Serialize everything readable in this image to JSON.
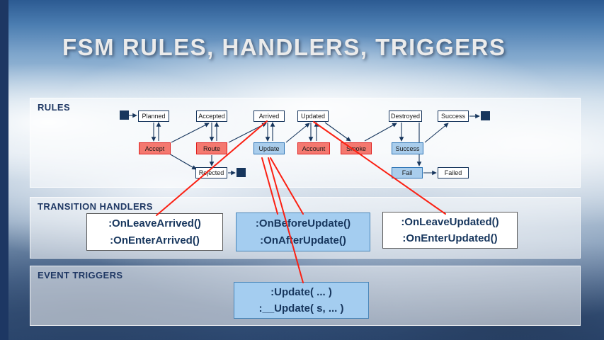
{
  "slide": {
    "title": "FSM RULES, HANDLERS, TRIGGERS"
  },
  "panels": {
    "rules_label": "RULES",
    "handlers_label": "TRANSITION HANDLERS",
    "triggers_label": "EVENT TRIGGERS"
  },
  "diagram": {
    "nodes": {
      "planned": "Planned",
      "accepted": "Accepted",
      "arrived": "Arrived",
      "updated": "Updated",
      "destroyed": "Destroyed",
      "success_top": "Success",
      "accept": "Accept",
      "route": "Route",
      "update": "Update",
      "account": "Account",
      "smoke": "Smoke",
      "success_mid": "Success",
      "rejected": "Rejected",
      "fail": "Fail",
      "failed": "Failed"
    }
  },
  "handler_boxes": {
    "arrived": {
      "line1": ":OnLeaveArrived()",
      "line2": ":OnEnterArrived()"
    },
    "update": {
      "line1": ":OnBeforeUpdate()",
      "line2": ":OnAfterUpdate()"
    },
    "updated": {
      "line1": ":OnLeaveUpdated()",
      "line2": ":OnEnterUpdated()"
    }
  },
  "trigger_boxes": {
    "update": {
      "line1": ":Update( ... )",
      "line2": ":__Update( s, ... )"
    }
  },
  "colors": {
    "navy": "#1f3864",
    "diagram_line": "#17365d",
    "red_connector": "#fb2013",
    "state_red": "#f4786f",
    "state_blue": "#a9cdec",
    "handler_blue": "#a4cdf0"
  }
}
